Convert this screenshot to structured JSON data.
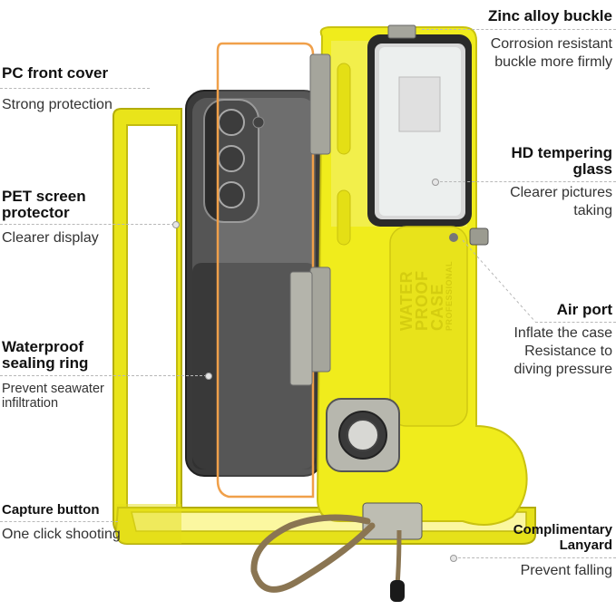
{
  "product": {
    "case_text": [
      "WATER",
      "PROOF",
      "CASE"
    ],
    "case_subtext": "PROFESSIONAL"
  },
  "callouts": {
    "pc_front_cover": {
      "title": "PC front cover",
      "desc": "Strong protection"
    },
    "pet_screen_protector": {
      "title_line1": "PET screen",
      "title_line2": "protector",
      "desc": "Clearer display"
    },
    "waterproof_sealing_ring": {
      "title_line1": "Waterproof",
      "title_line2": "sealing ring",
      "desc_line1": "Prevent seawater",
      "desc_line2": "infiltration"
    },
    "capture_button": {
      "title": "Capture button",
      "desc": "One click shooting"
    },
    "zinc_alloy_buckle": {
      "title": "Zinc alloy buckle",
      "desc_line1": "Corrosion resistant",
      "desc_line2": "buckle more firmly"
    },
    "hd_tempering_glass": {
      "title_line1": "HD tempering",
      "title_line2": "glass",
      "desc_line1": "Clearer pictures",
      "desc_line2": "taking"
    },
    "air_port": {
      "title": "Air port",
      "desc_line1": "Inflate the case",
      "desc_line2": "Resistance to",
      "desc_line3": "diving pressure"
    },
    "complimentary_lanyard": {
      "title_line1": "Complimentary",
      "title_line2": "Lanyard",
      "desc": "Prevent falling"
    }
  },
  "colors": {
    "case_yellow": "#f0ec1c",
    "case_yellow_dark": "#c9c210",
    "orange_cover": "#f0a04a",
    "phone_dark": "#2b2b2b",
    "lanyard": "#8a7552"
  }
}
